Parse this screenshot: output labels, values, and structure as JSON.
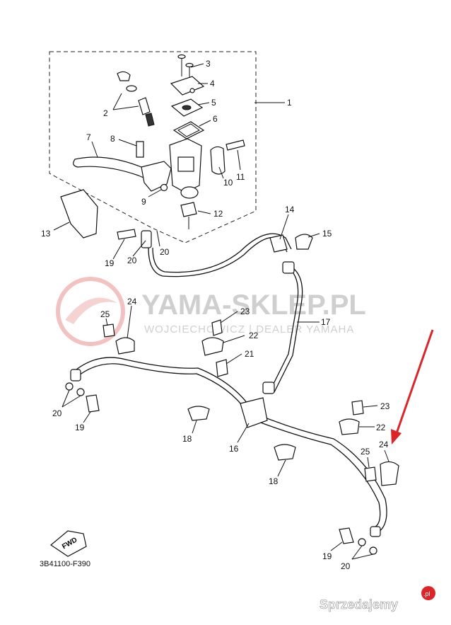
{
  "watermark": {
    "title": "YAMA-SKLEP.PL",
    "subtitle": "WOJCIECHOWICZ | DEALER YAMAHA"
  },
  "diagram_code": "3B41100-F390",
  "fwd_label": "FWD",
  "site_badge": {
    "text": "Sprzedajemy",
    "suffix": ".pl"
  },
  "colors": {
    "arrow": "#d9262a",
    "watermark": "#cfcfcf",
    "ink": "#111111"
  },
  "callouts": {
    "c1": "1",
    "c2": "2",
    "c3": "3",
    "c4": "4",
    "c5": "5",
    "c6": "6",
    "c7": "7",
    "c8": "8",
    "c9": "9",
    "c10": "10",
    "c11": "11",
    "c12": "12",
    "c13": "13",
    "c14": "14",
    "c15": "15",
    "c16": "16",
    "c17": "17",
    "c18a": "18",
    "c18b": "18",
    "c19a": "19",
    "c19b": "19",
    "c19c": "19",
    "c20a": "20",
    "c20b": "20",
    "c20c": "20",
    "c20d": "20",
    "c21": "21",
    "c22a": "22",
    "c22b": "22",
    "c23a": "23",
    "c23b": "23",
    "c24a": "24",
    "c24b": "24",
    "c25a": "25",
    "c25b": "25"
  }
}
